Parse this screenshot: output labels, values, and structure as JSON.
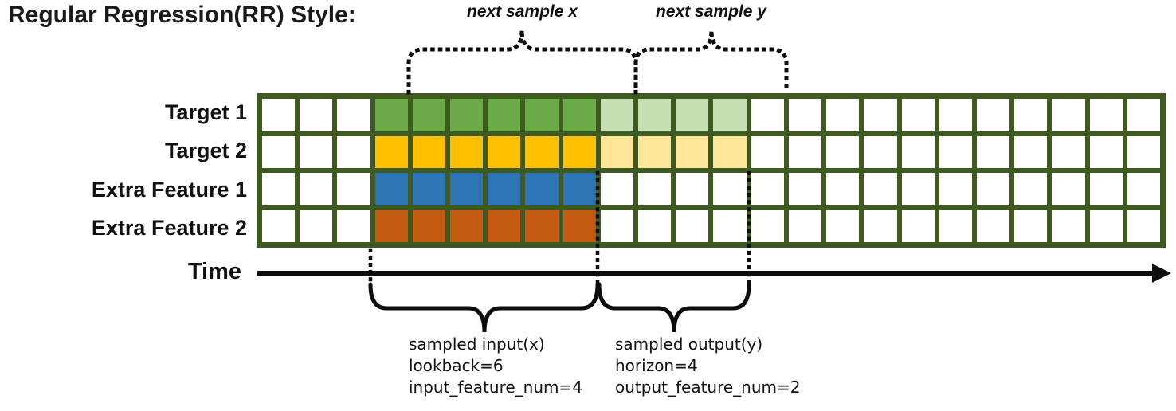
{
  "title": "Regular Regression(RR) Style:",
  "top_annotations": {
    "next_sample_x": "next sample x",
    "next_sample_y": "next sample y"
  },
  "rows": [
    {
      "label": "Target 1",
      "solid_color": "#6AAA47",
      "light_color": "#C6E0B4"
    },
    {
      "label": "Target 2",
      "solid_color": "#FFC000",
      "light_color": "#FFE699"
    },
    {
      "label": "Extra Feature 1",
      "solid_color": "#2E75B6",
      "light_color": null
    },
    {
      "label": "Extra Feature 2",
      "solid_color": "#C55A11",
      "light_color": null
    }
  ],
  "grid": {
    "num_columns": 24,
    "num_rows": 4,
    "border_color": "#3E5A20",
    "cell_color": "#FFFFFF",
    "input_start_col": 3,
    "lookback": 6,
    "horizon": 4
  },
  "time_axis": {
    "label": "Time"
  },
  "bottom_annotations": {
    "input": {
      "lines": [
        "sampled input(x)",
        "lookback=6",
        "input_feature_num=4"
      ]
    },
    "output": {
      "lines": [
        "sampled output(y)",
        "horizon=4",
        "output_feature_num=2"
      ]
    }
  },
  "line_color": "#0d0d0d"
}
